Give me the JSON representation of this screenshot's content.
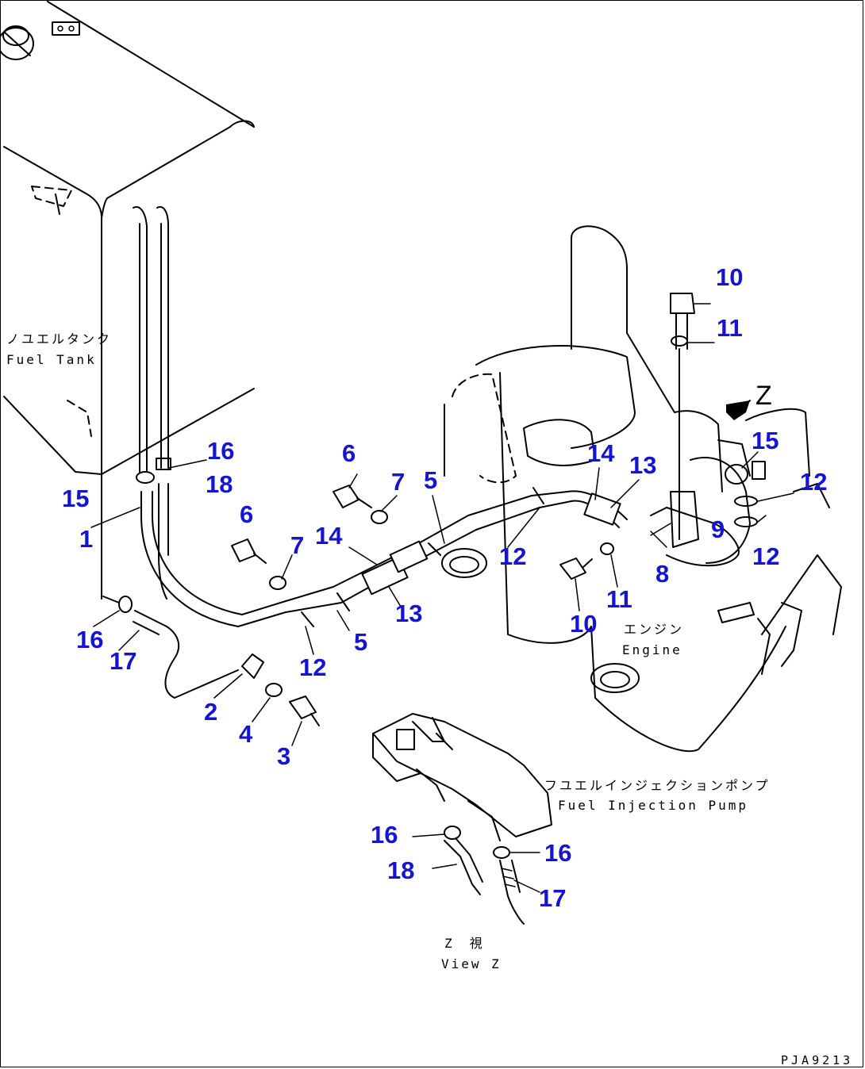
{
  "labels": {
    "fuel_tank_jp": "ノユエルタンク",
    "fuel_tank_en": "Fuel Tank",
    "engine_jp": "エンジン",
    "engine_en": "Engine",
    "pump_jp": "フユエルインジェクションポンプ",
    "pump_en": "Fuel Injection Pump",
    "view_jp": "Z　視",
    "view_en": "View Z",
    "view_marker": "Z",
    "drawing_code": "PJA9213"
  },
  "callouts": {
    "c1": "1",
    "c2": "2",
    "c3": "3",
    "c4": "4",
    "c5a": "5",
    "c5b": "5",
    "c6a": "6",
    "c6b": "6",
    "c7a": "7",
    "c7b": "7",
    "c8": "8",
    "c9": "9",
    "c10a": "10",
    "c10b": "10",
    "c11a": "11",
    "c11b": "11",
    "c12a": "12",
    "c12b": "12",
    "c12c": "12",
    "c12d": "12",
    "c13a": "13",
    "c13b": "13",
    "c14a": "14",
    "c14b": "14",
    "c15a": "15",
    "c15b": "15",
    "c16a": "16",
    "c16b": "16",
    "c16c": "16",
    "c16d": "16",
    "c17a": "17",
    "c17b": "17",
    "c18a": "18",
    "c18b": "18"
  },
  "colors": {
    "callout": "#1414d2",
    "line": "#000000",
    "background": "#ffffff"
  }
}
